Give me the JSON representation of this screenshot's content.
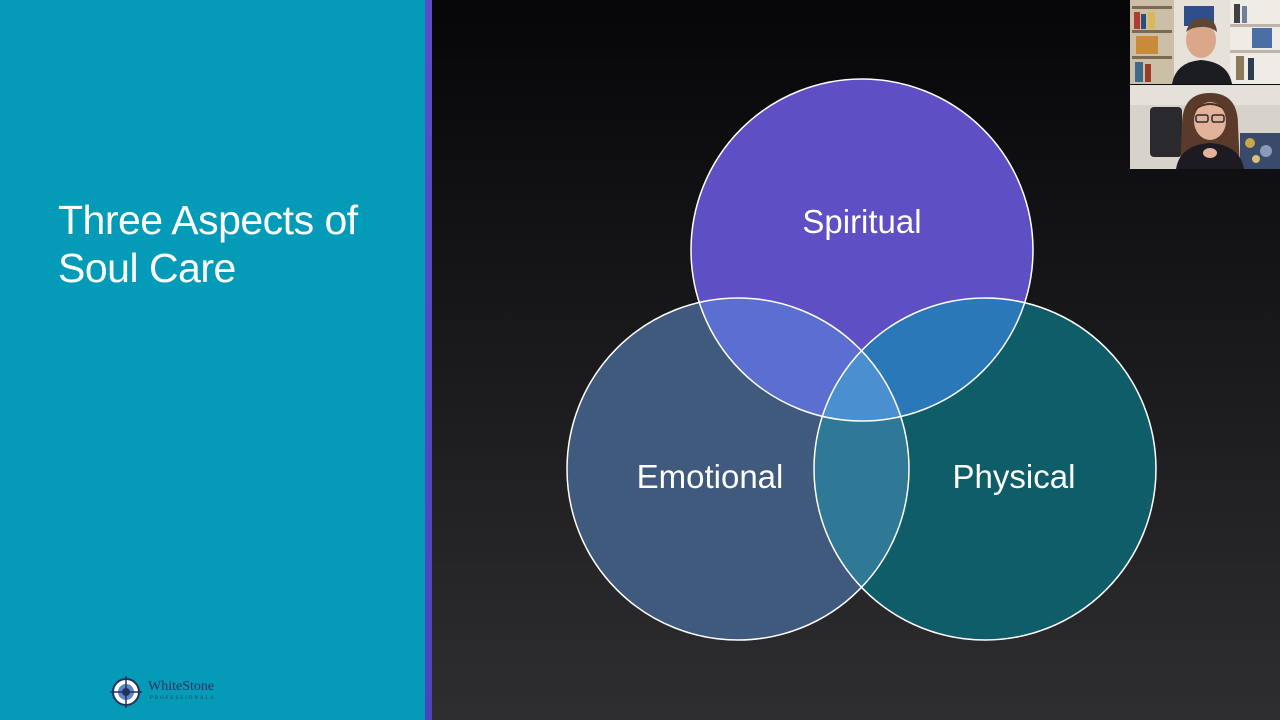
{
  "slide": {
    "title": "Three Aspects of Soul Care",
    "logo": {
      "name": "WhiteStone",
      "subtitle": "PROFESSIONALS"
    }
  },
  "venn": {
    "circles": [
      {
        "label": "Spiritual",
        "fill": "#5e4fc4"
      },
      {
        "label": "Emotional",
        "fill": "#3f5a7c"
      },
      {
        "label": "Physical",
        "fill": "#0f5d68"
      }
    ],
    "overlap_colors": {
      "spiritual_emotional": "#5b6fd0",
      "spiritual_physical": "#2a78b8",
      "emotional_physical": "#2f7896",
      "center": "#4a8fcf"
    }
  },
  "colors": {
    "left_panel": "#049bb8",
    "divider": "#5a4fc6",
    "right_panel_top": "#060608",
    "right_panel_bottom": "#2e2e30"
  },
  "video_tiles": [
    {
      "name": "participant-1"
    },
    {
      "name": "participant-2"
    }
  ]
}
